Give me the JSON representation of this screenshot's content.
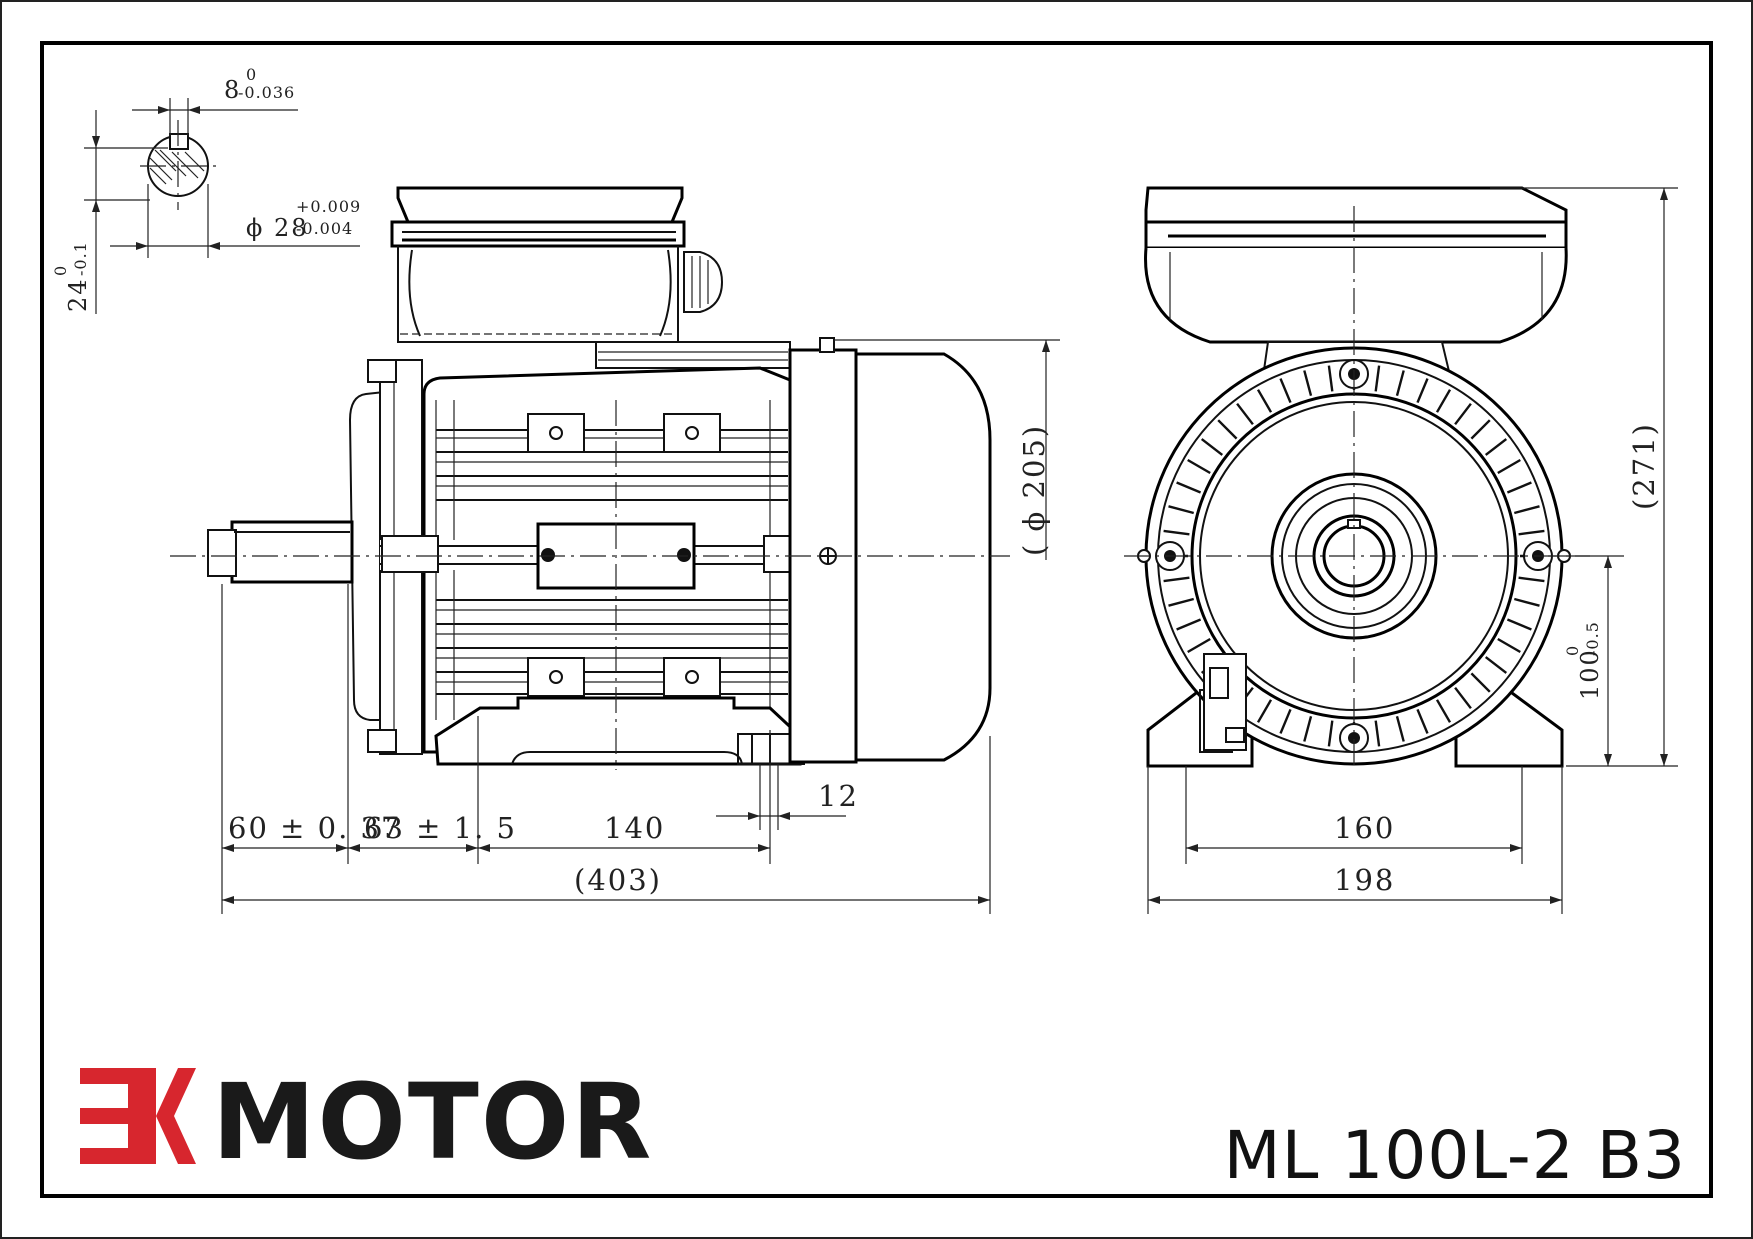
{
  "brand": {
    "logo_mark": "EK",
    "name": "MOTOR",
    "accent_color": "#d7262e"
  },
  "model": "ML 100L-2 B3",
  "shaft_section": {
    "key_width": "8",
    "key_width_tol_upper": "0",
    "key_width_tol_lower": "-0.036",
    "diameter": "ϕ 28",
    "diameter_tol_upper": "+0.009",
    "diameter_tol_lower": "-0.004",
    "key_height": "24",
    "key_height_tol_upper": "0",
    "key_height_tol_lower": "-0.1"
  },
  "side_view": {
    "shaft_length": "60 ± 0. 37",
    "shoulder_to_hole": "63 ± 1. 5",
    "hole_spacing": "140",
    "hole_dia": "12",
    "overall_length": "(403)",
    "flange_dia": "( ϕ 205)"
  },
  "end_view": {
    "overall_height": "(271)",
    "shaft_height": "100",
    "shaft_height_tol_upper": "0",
    "shaft_height_tol_lower": "-0.5",
    "foot_hole_spacing": "160",
    "foot_width": "198"
  }
}
